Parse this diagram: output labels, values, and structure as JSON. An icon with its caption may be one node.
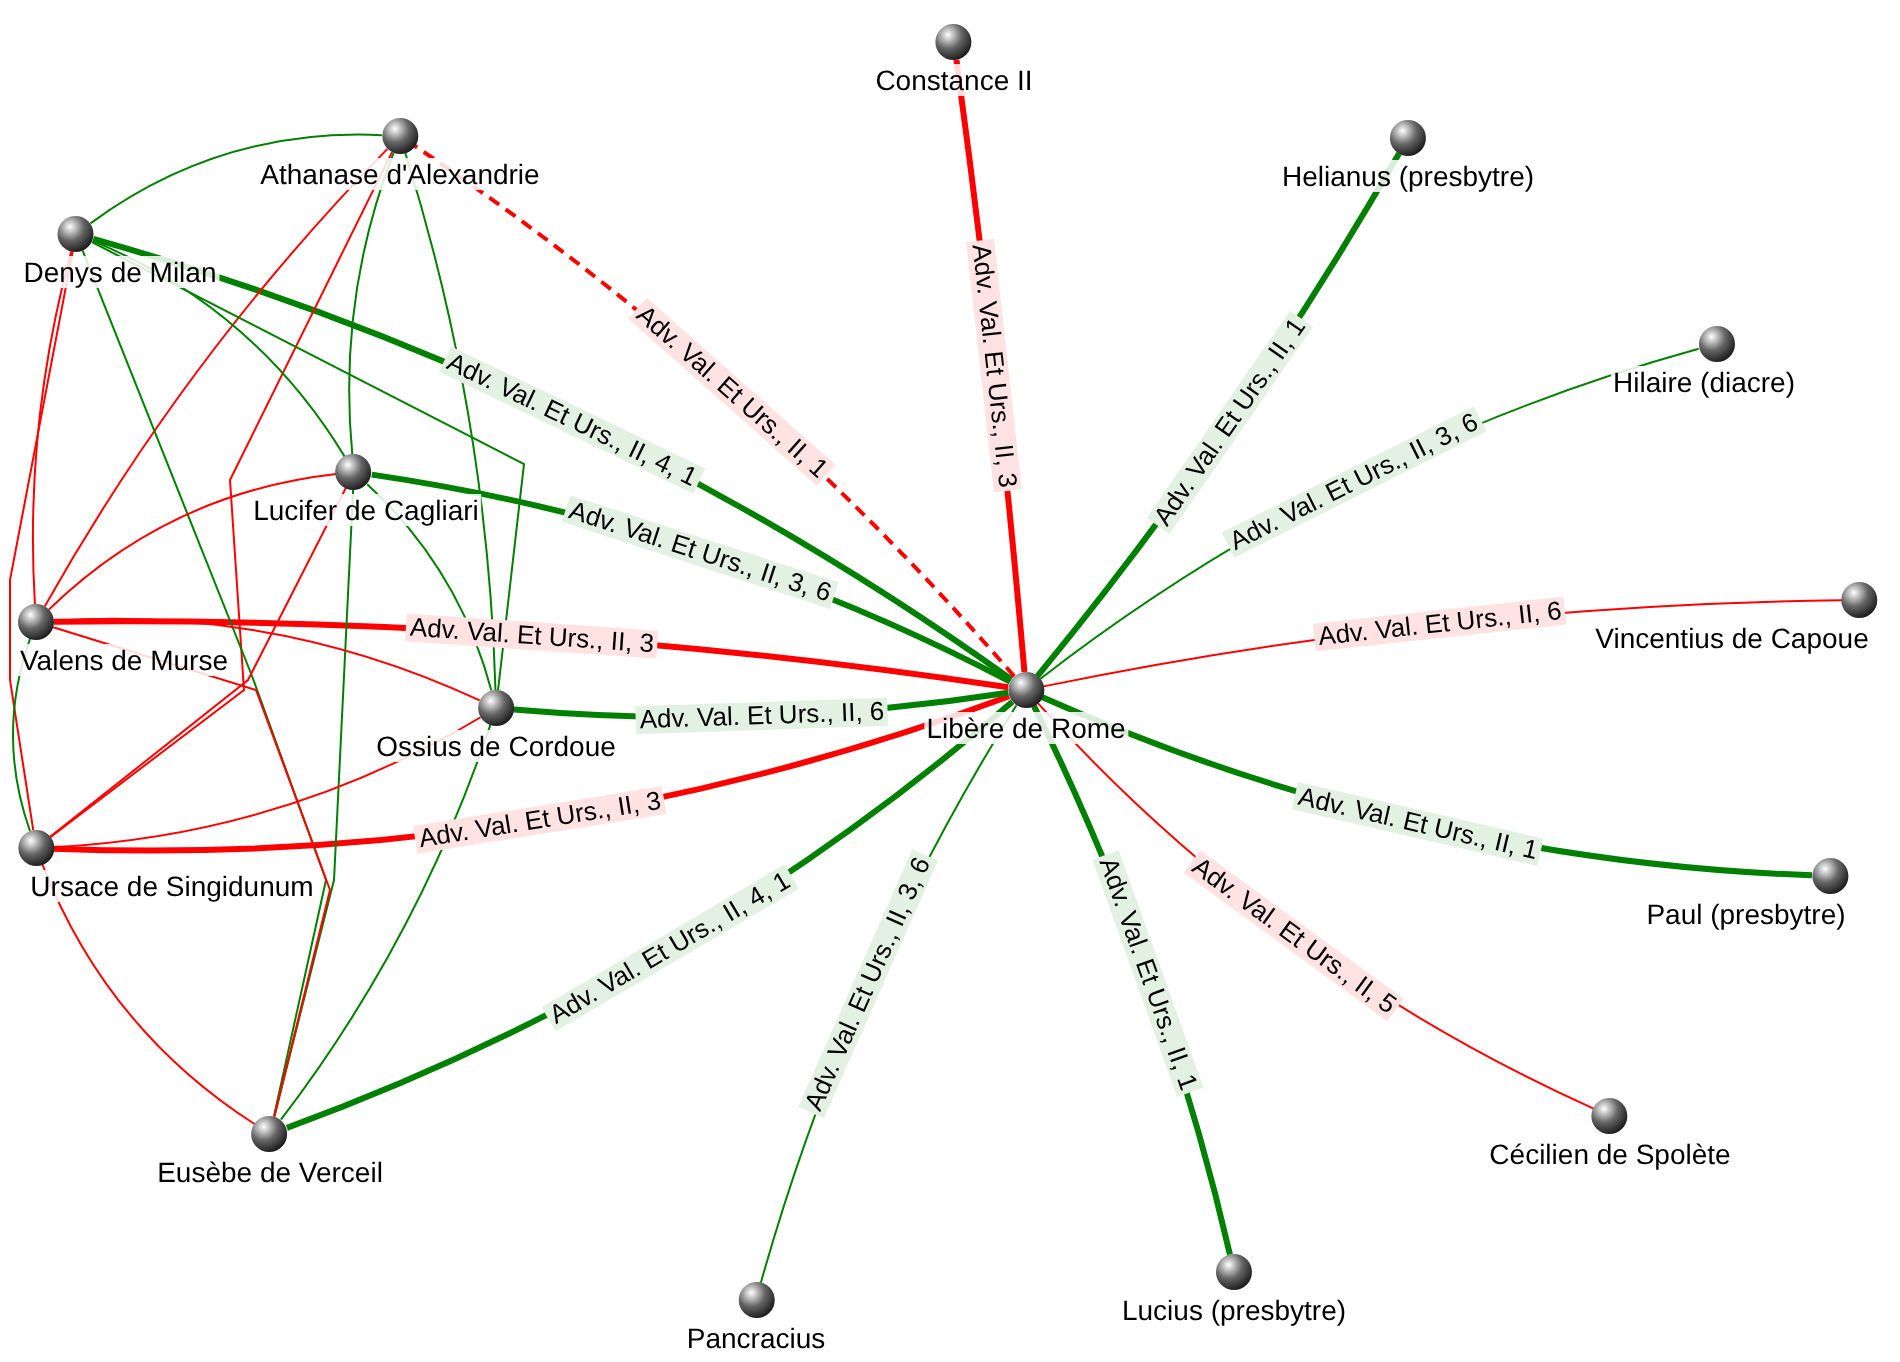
{
  "diagram": {
    "nodes": [
      {
        "text": [
          "Libère de Rome"
        ]
      },
      {
        "text": [
          "Constance II"
        ]
      },
      {
        "text": [
          "Helianus (presbytre)"
        ]
      },
      {
        "text": [
          "Hilaire (diacre)"
        ]
      },
      {
        "text": [
          "Vincentius de Capoue"
        ]
      },
      {
        "text": [
          "Paul (presbytre)"
        ]
      },
      {
        "text": [
          "Cécilien de Spolète"
        ]
      },
      {
        "text": [
          "Lucius (presbytre)"
        ]
      },
      {
        "text": [
          "Pancracius"
        ]
      },
      {
        "text": [
          "Eusèbe de Verceil"
        ]
      },
      {
        "text": [
          "Ursace de Singidunum"
        ]
      },
      {
        "text": [
          "Valens de Murse"
        ]
      },
      {
        "text": [
          "Ossius de Cordoue"
        ]
      },
      {
        "text": [
          "Lucifer de Cagliari"
        ]
      },
      {
        "text": [
          "Denys de Milan"
        ]
      },
      {
        "text": [
          "Athanase d'Alexandrie"
        ]
      }
    ],
    "edges": [
      {
        "from": 0,
        "to": 1,
        "arrow": "none",
        "label": "Adv. Val. Et Urs., II, 3",
        "style": "thick",
        "color": "#ff0000"
      },
      {
        "from": 0,
        "to": 2,
        "arrow": "none",
        "label": "Adv. Val. Et Urs., II, 1",
        "style": "thick"
      },
      {
        "from": 0,
        "to": 3,
        "arrow": "none",
        "label": "Adv. Val. Et Urs., II, 3, 6"
      },
      {
        "from": 0,
        "to": 4,
        "arrow": "none",
        "label": "Adv. Val. Et Urs., II, 6",
        "color": "#ff0000"
      },
      {
        "from": 0,
        "to": 5,
        "arrow": "none",
        "label": "Adv. Val. Et Urs., II, 1",
        "style": "thick"
      },
      {
        "from": 0,
        "to": 6,
        "arrow": "none",
        "label": "Adv. Val. Et Urs., II, 5",
        "color": "#ff0000"
      },
      {
        "from": 0,
        "to": 7,
        "arrow": "none",
        "label": "Adv. Val. Et Urs., II, 1",
        "style": "thick"
      },
      {
        "from": 0,
        "to": 8,
        "arrow": "none",
        "label": "Adv. Val. Et Urs., II, 3, 6"
      },
      {
        "from": 0,
        "to": 9,
        "arrow": "none",
        "label": "Adv. Val. Et Urs., II, 4, 1",
        "style": "thick"
      },
      {
        "from": 0,
        "to": 10,
        "arrow": "none",
        "label": "Adv. Val. Et Urs., II, 3",
        "style": "thick",
        "color": "#ff0000"
      },
      {
        "from": 0,
        "to": 12,
        "arrow": "none",
        "label": "Adv. Val. Et Urs., II, 6",
        "style": "thick"
      },
      {
        "from": 0,
        "to": 11,
        "arrow": "none",
        "label": "Adv. Val. Et Urs., II, 3",
        "style": "thick",
        "color": "#ff0000"
      },
      {
        "from": 0,
        "to": 13,
        "arrow": "none",
        "label": "Adv. Val. Et Urs., II, 3, 6",
        "style": "thick"
      },
      {
        "from": 0,
        "to": 14,
        "arrow": "none",
        "label": "Adv. Val. Et Urs., II, 4, 1",
        "style": "thick"
      },
      {
        "from": 0,
        "to": 15,
        "arrow": "none",
        "label": "Adv. Val. Et Urs., II, 1",
        "style": "dashed",
        "color": "#ff0000"
      },
      {
        "from": 15,
        "to": 14,
        "arrow": "none"
      },
      {
        "from": 15,
        "to": 11,
        "arrow": "none",
        "color": "#ff0000"
      },
      {
        "from": 15,
        "to": 10,
        "arrow": "none",
        "color": "#ff0000"
      },
      {
        "from": 15,
        "to": 13,
        "arrow": "none"
      },
      {
        "from": 15,
        "to": 12,
        "arrow": "none"
      },
      {
        "from": 14,
        "to": 11,
        "arrow": "none",
        "color": "#ff0000"
      },
      {
        "from": 14,
        "to": 10,
        "arrow": "none",
        "color": "#ff0000"
      },
      {
        "from": 14,
        "to": 9,
        "arrow": "none"
      },
      {
        "from": 14,
        "to": 12,
        "arrow": "none"
      },
      {
        "from": 14,
        "to": 13,
        "arrow": "none"
      },
      {
        "from": 13,
        "to": 11,
        "arrow": "none",
        "color": "#ff0000"
      },
      {
        "from": 13,
        "to": 10,
        "arrow": "none",
        "color": "#ff0000"
      },
      {
        "from": 13,
        "to": 9,
        "arrow": "none"
      },
      {
        "from": 13,
        "to": 12,
        "arrow": "none"
      },
      {
        "from": 11,
        "to": 10,
        "arrow": "none"
      },
      {
        "from": 11,
        "to": 12,
        "arrow": "none",
        "color": "#ff0000"
      },
      {
        "from": 11,
        "to": 9,
        "arrow": "none",
        "color": "#ff0000"
      },
      {
        "from": 10,
        "to": 12,
        "arrow": "none",
        "color": "#ff0000"
      },
      {
        "from": 10,
        "to": 9,
        "arrow": "none",
        "color": "#ff0000"
      },
      {
        "from": 12,
        "to": 9,
        "arrow": "none"
      }
    ]
  }
}
